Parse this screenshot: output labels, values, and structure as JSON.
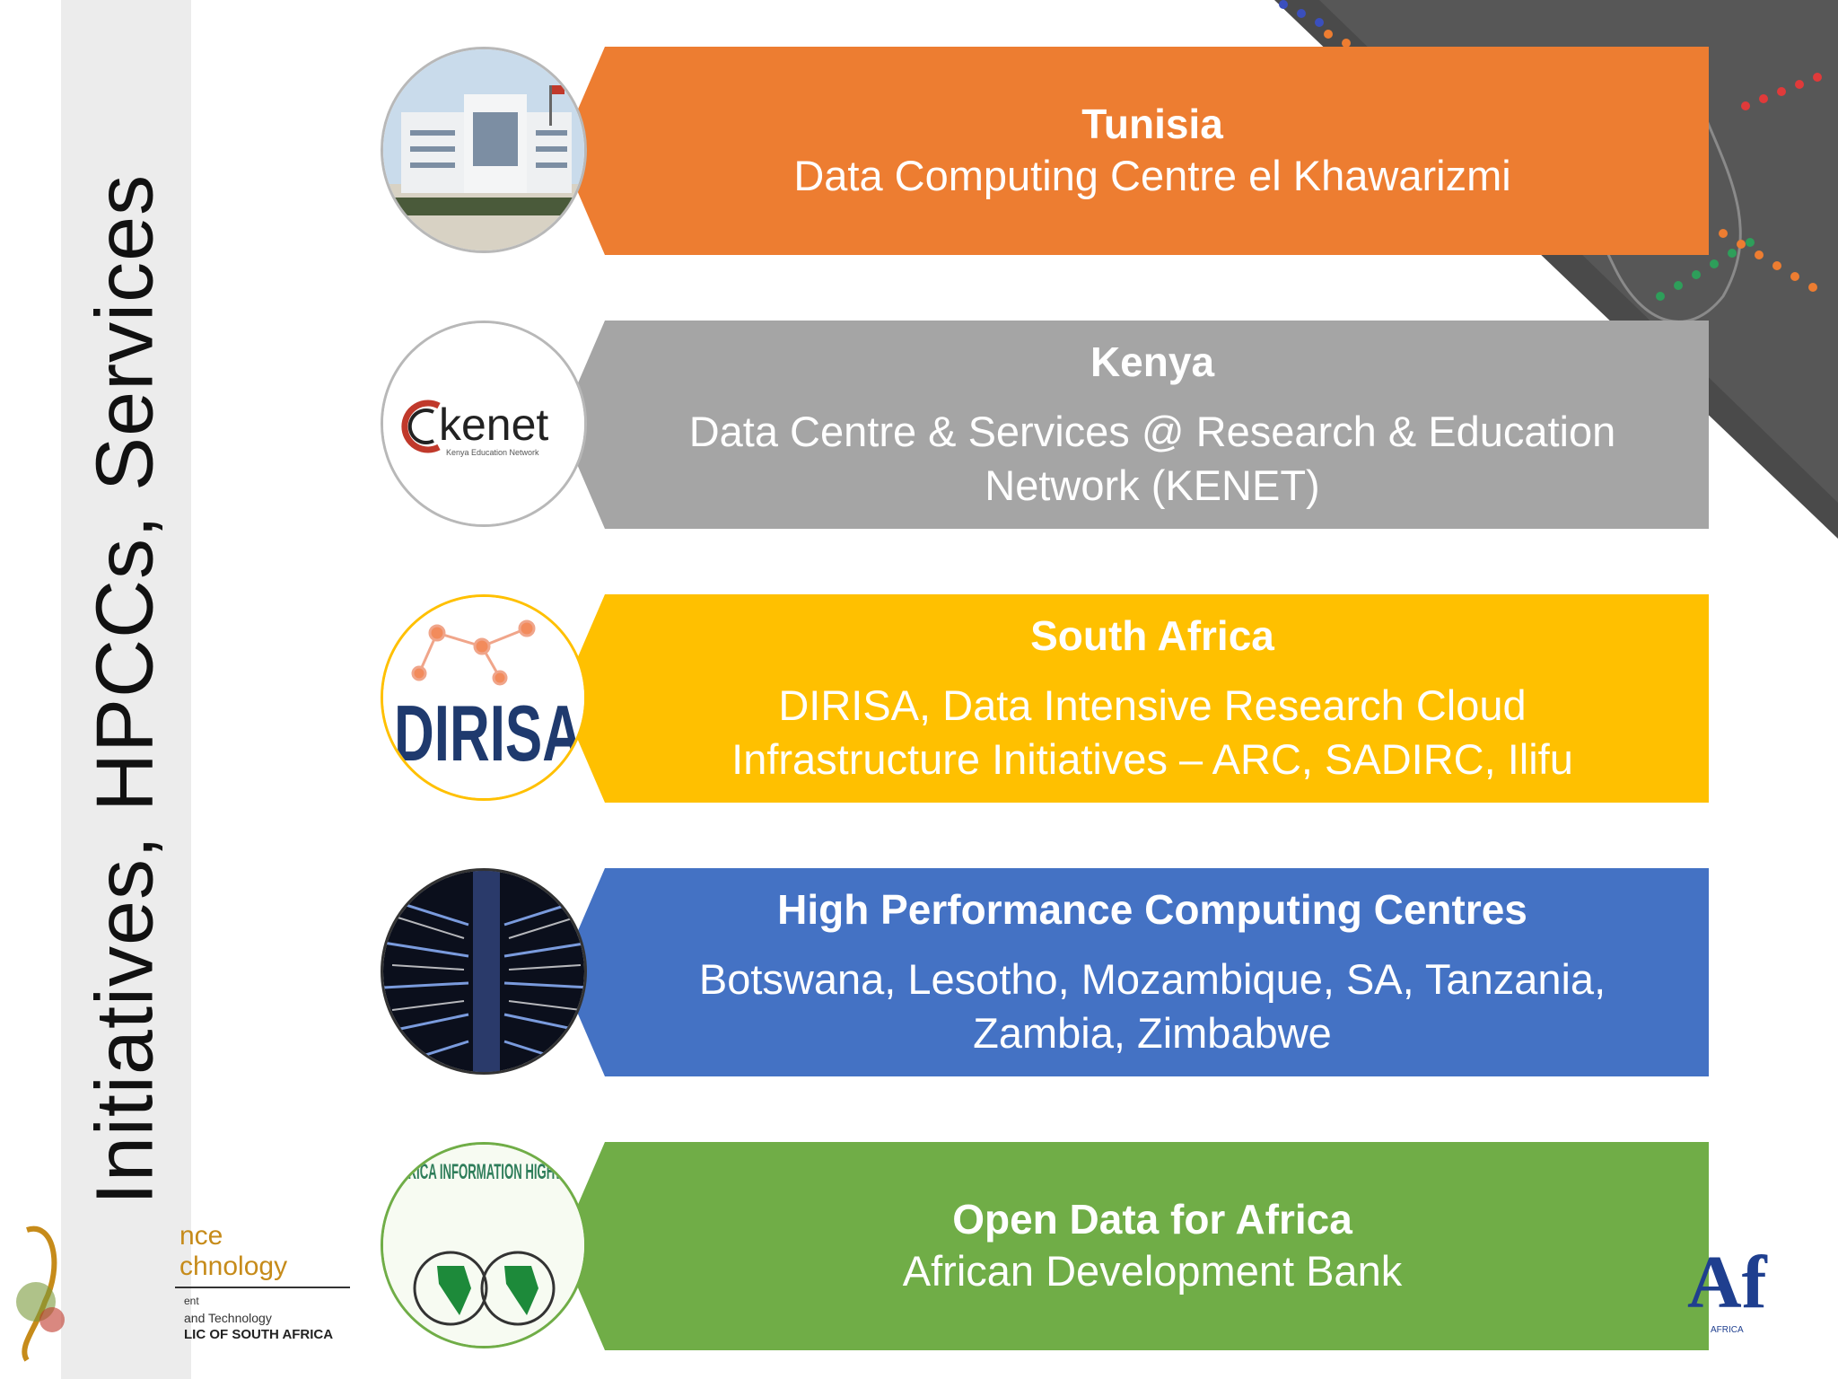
{
  "slide": {
    "title": "Initiatives, HPCCs, Services"
  },
  "colors": {
    "orange": "#ed7d31",
    "grey": "#a5a5a5",
    "yellow": "#ffc000",
    "blue": "#4472c4",
    "green": "#70ad47"
  },
  "items": [
    {
      "country": "Tunisia",
      "description": "Data Computing Centre el Khawarizmi",
      "badge": "building-photo"
    },
    {
      "country": "Kenya",
      "description": "Data Centre & Services @ Research & Education Network (KENET)",
      "badge": "kenet-logo",
      "badge_text": "kenet",
      "badge_subtext": "Kenya Education Network"
    },
    {
      "country": "South Africa",
      "description": "DIRISA, Data Intensive Research Cloud Infrastructure Initiatives – ARC, SADIRC, Ilifu",
      "badge": "dirisa-logo",
      "badge_text": "DIRISA"
    },
    {
      "country": "High Performance Computing Centres",
      "description": "Botswana, Lesotho, Mozambique, SA, Tanzania, Zambia, Zimbabwe",
      "badge": "server-rack-photo"
    },
    {
      "country": "Open Data for Africa",
      "description": "African Development Bank",
      "badge": "africa-information-highway-logo",
      "badge_text": "AFRICA INFORMATION HIGHWAY"
    }
  ],
  "footer": {
    "left_logo_text": [
      "nce",
      "chnology",
      "ent",
      "and Technology",
      "LIC OF SOUTH AFRICA"
    ],
    "right_logo_text": [
      "Af",
      "AFRICA"
    ]
  }
}
